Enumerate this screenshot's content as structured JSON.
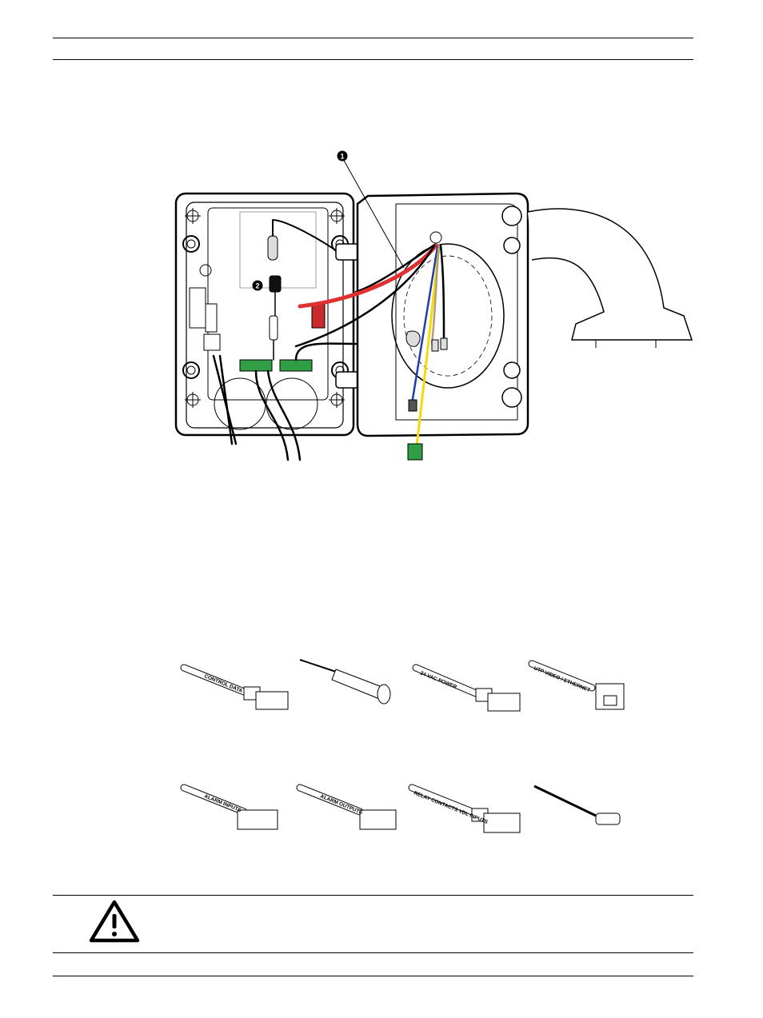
{
  "figure": {
    "callouts": [
      "1",
      "2"
    ]
  },
  "connectors": {
    "labels": [
      "CONTROL DATA",
      "",
      "24 VAC POWER",
      "UTP VIDEO / ETHERNET",
      "ALARM INPUTS",
      "ALARM OUTPUTS",
      "RELAY CONTACTS VDL INPUTS",
      ""
    ]
  },
  "warning": {
    "icon": "warning-triangle-icon"
  }
}
